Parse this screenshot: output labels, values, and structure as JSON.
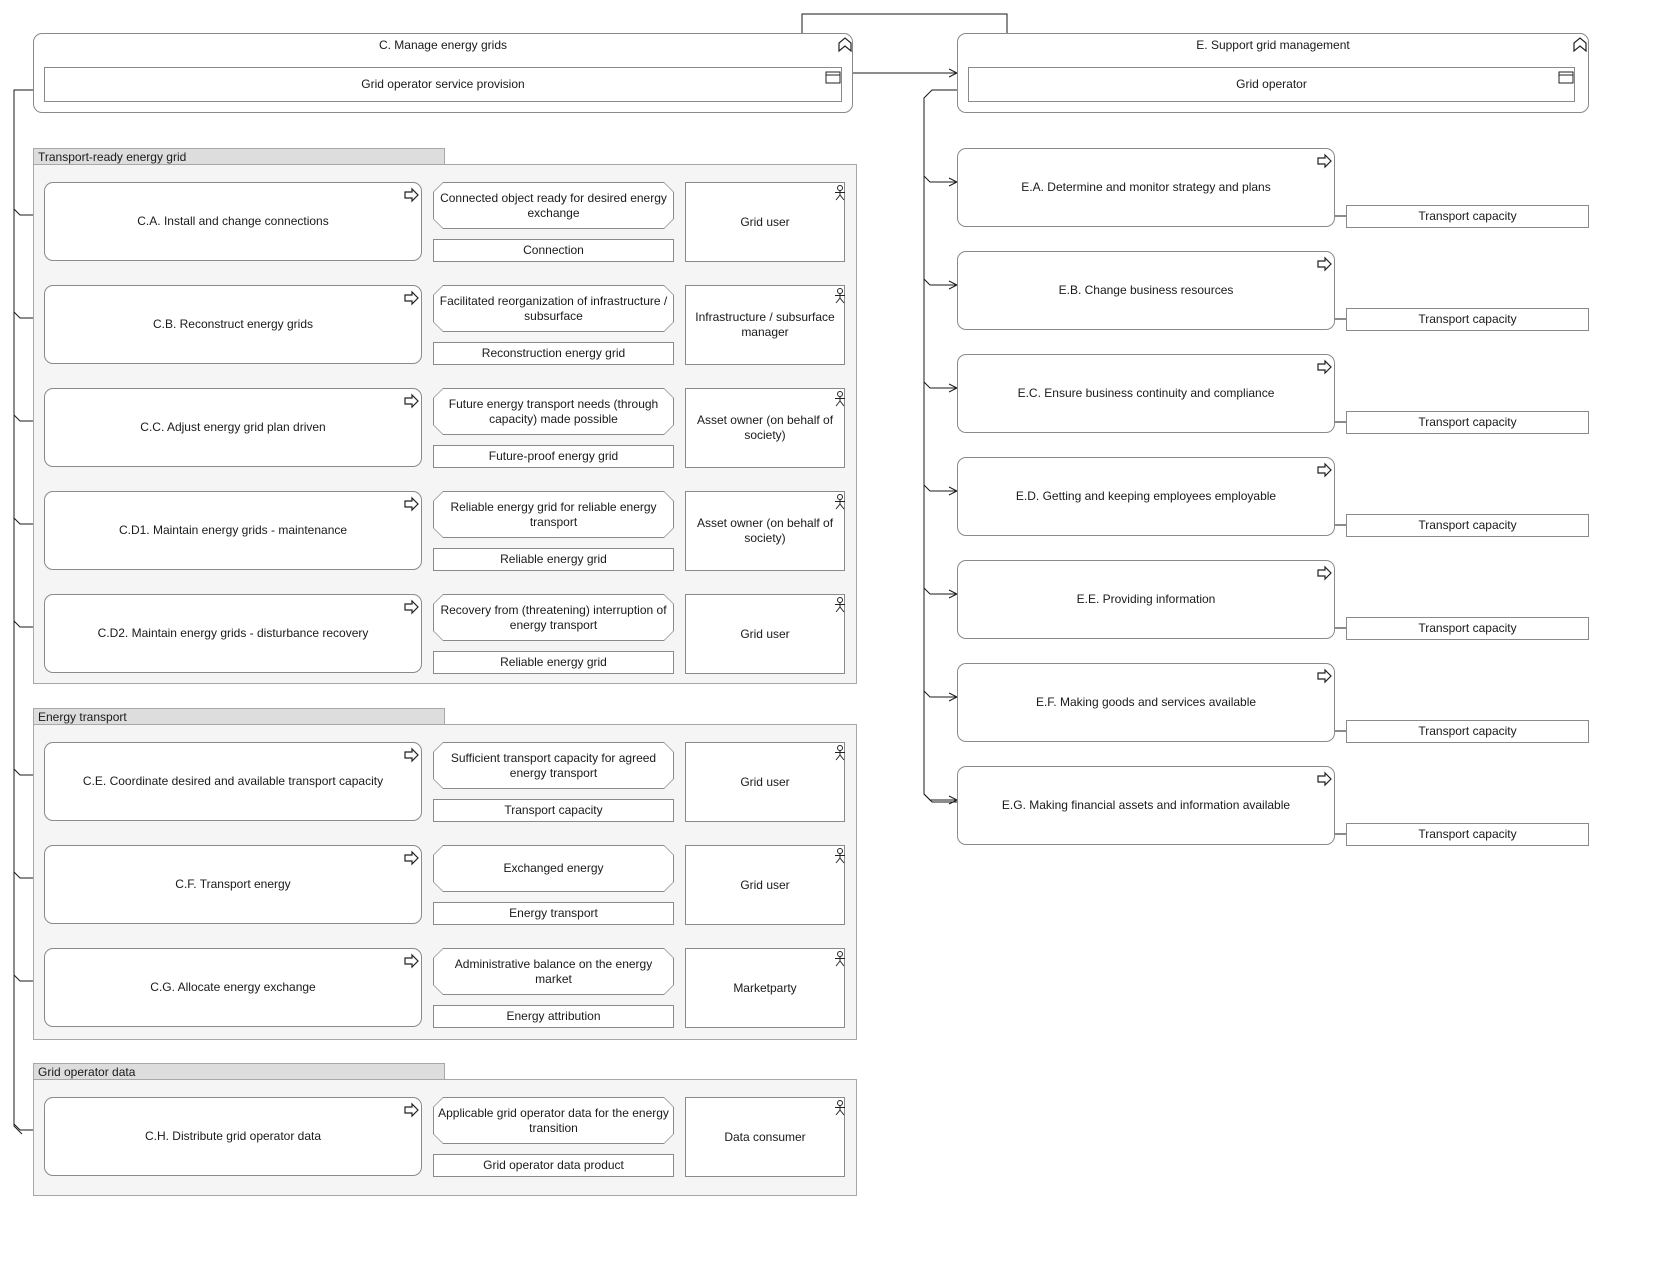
{
  "top": {
    "c_title": "C. Manage energy grids",
    "c_service": "Grid operator service provision",
    "e_title": "E. Support grid management",
    "e_role": "Grid operator"
  },
  "groups": [
    {
      "title": "Transport-ready energy grid",
      "rows": [
        {
          "process": "C.A. Install and change connections",
          "service": "Connected object ready for desired energy exchange",
          "object": "Connection",
          "actor": "Grid user"
        },
        {
          "process": "C.B. Reconstruct energy grids",
          "service": "Facilitated reorganization of infrastructure / subsurface",
          "object": "Reconstruction energy grid",
          "actor": "Infrastructure / subsurface manager"
        },
        {
          "process": "C.C. Adjust energy grid plan driven",
          "service": "Future energy transport needs (through capacity) made possible",
          "object": "Future-proof energy grid",
          "actor": "Asset owner (on behalf of society)"
        },
        {
          "process": "C.D1. Maintain energy grids - maintenance",
          "service": "Reliable energy grid for reliable energy transport",
          "object": "Reliable energy grid",
          "actor": "Asset owner (on behalf of society)"
        },
        {
          "process": "C.D2. Maintain energy grids - disturbance recovery",
          "service": "Recovery from (threatening) interruption of energy transport",
          "object": "Reliable energy grid",
          "actor": "Grid user"
        }
      ]
    },
    {
      "title": "Energy transport",
      "rows": [
        {
          "process": "C.E. Coordinate desired and available transport capacity",
          "service": "Sufficient transport capacity for agreed energy transport",
          "object": "Transport capacity",
          "actor": "Grid user"
        },
        {
          "process": "C.F. Transport energy",
          "service": "Exchanged energy",
          "object": "Energy transport",
          "actor": "Grid user"
        },
        {
          "process": "C.G. Allocate energy exchange",
          "service": "Administrative balance on the energy market",
          "object": "Energy attribution",
          "actor": "Marketparty"
        }
      ]
    },
    {
      "title": "Grid operator data",
      "rows": [
        {
          "process": "C.H. Distribute grid operator data",
          "service": "Applicable grid operator data for the energy transition",
          "object": "Grid operator data product",
          "actor": "Data consumer"
        }
      ]
    }
  ],
  "e_processes": [
    {
      "label": "E.A. Determine and monitor strategy and plans",
      "object": "Transport capacity"
    },
    {
      "label": "E.B. Change business resources",
      "object": "Transport capacity"
    },
    {
      "label": "E.C. Ensure business continuity and compliance",
      "object": "Transport capacity"
    },
    {
      "label": "E.D. Getting and keeping employees employable",
      "object": "Transport capacity"
    },
    {
      "label": "E.E. Providing information",
      "object": "Transport capacity"
    },
    {
      "label": "E.F. Making goods and services available",
      "object": "Transport capacity"
    },
    {
      "label": "E.G. Making financial assets and information available",
      "object": "Transport capacity"
    }
  ],
  "icons": {
    "function": "bookmark-chevron-icon",
    "interface": "window-icon",
    "process": "arrow-right-icon",
    "actor": "stick-figure-icon"
  },
  "colors": {
    "border": "#8a8a8a",
    "group_fill": "#f5f5f5",
    "group_tab": "#dddddd",
    "line": "#1a1a1a"
  }
}
